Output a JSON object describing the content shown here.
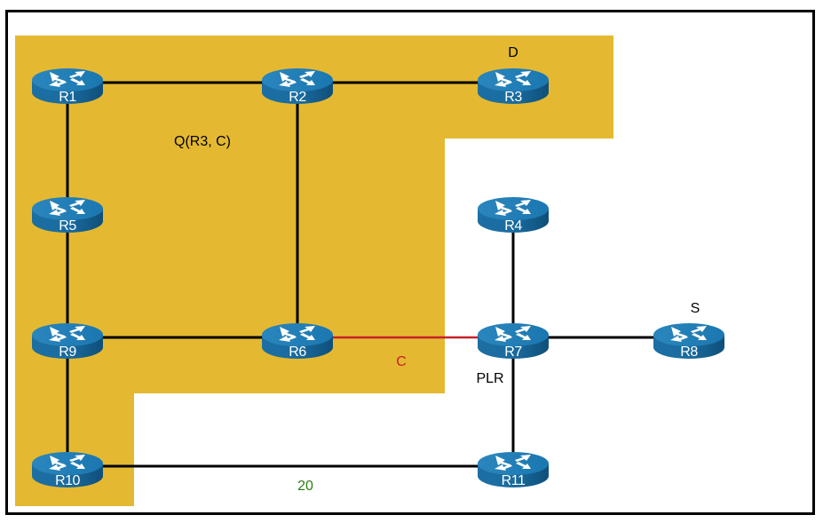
{
  "diagram": {
    "colors": {
      "region": "#e4b931",
      "link": "#000000",
      "failed_link": "#c8202a",
      "metric_label": "#2e7d12",
      "annotation": "#000000",
      "router_body": "#1a6fa3",
      "router_side": "#155e8c"
    },
    "region": {
      "name": "Q(R3, C)",
      "label": "Q(R3, C)"
    },
    "routers": [
      {
        "id": "R1",
        "label": "R1"
      },
      {
        "id": "R2",
        "label": "R2"
      },
      {
        "id": "R3",
        "label": "R3"
      },
      {
        "id": "R4",
        "label": "R4"
      },
      {
        "id": "R5",
        "label": "R5"
      },
      {
        "id": "R6",
        "label": "R6"
      },
      {
        "id": "R7",
        "label": "R7"
      },
      {
        "id": "R8",
        "label": "R8"
      },
      {
        "id": "R9",
        "label": "R9"
      },
      {
        "id": "R10",
        "label": "R10"
      },
      {
        "id": "R11",
        "label": "R11"
      }
    ],
    "links": [
      {
        "from": "R1",
        "to": "R2"
      },
      {
        "from": "R2",
        "to": "R3"
      },
      {
        "from": "R1",
        "to": "R5"
      },
      {
        "from": "R5",
        "to": "R9"
      },
      {
        "from": "R9",
        "to": "R10"
      },
      {
        "from": "R2",
        "to": "R6"
      },
      {
        "from": "R9",
        "to": "R6"
      },
      {
        "from": "R6",
        "to": "R7",
        "label": "C",
        "failed": true
      },
      {
        "from": "R4",
        "to": "R7"
      },
      {
        "from": "R7",
        "to": "R8"
      },
      {
        "from": "R7",
        "to": "R11"
      },
      {
        "from": "R10",
        "to": "R11",
        "label": "20",
        "metric": true
      }
    ],
    "annotations": {
      "destination": "D",
      "source": "S",
      "plr": "PLR",
      "failed_link": "C",
      "metric": "20",
      "region_label": "Q(R3, C)"
    }
  }
}
